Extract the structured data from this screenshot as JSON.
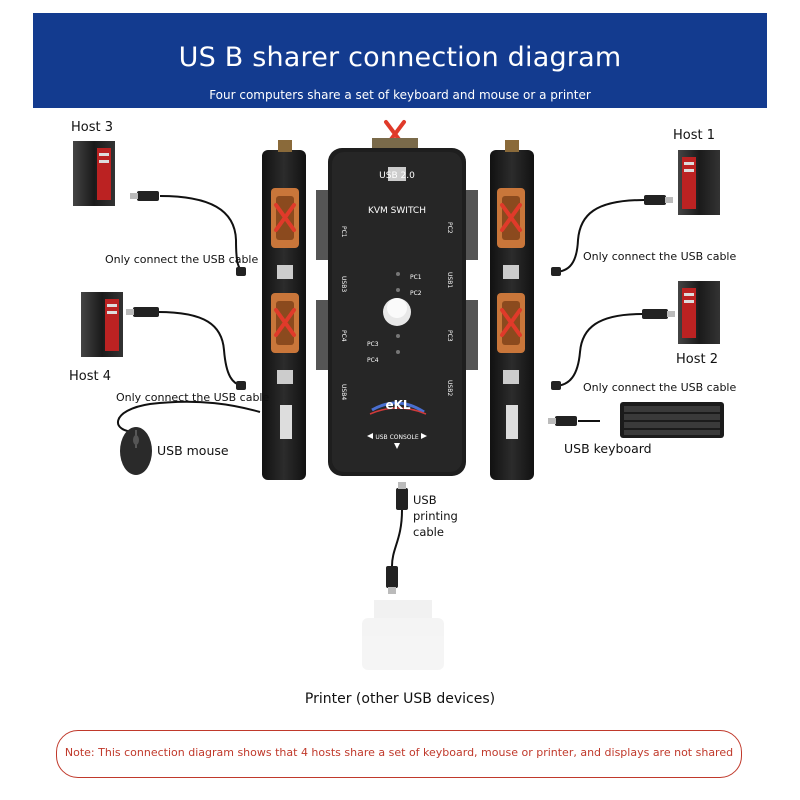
{
  "banner": {
    "title": "US B sharer connection diagram",
    "subtitle": "Four computers share a set of keyboard and mouse or a printer"
  },
  "hosts": {
    "host1": "Host 1",
    "host2": "Host 2",
    "host3": "Host 3",
    "host4": "Host 4"
  },
  "cable_labels": {
    "host3": "Only connect the USB cable",
    "host4": "Only connect the USB cable",
    "host1": "Only connect the USB cable",
    "host2": "Only connect the USB cable"
  },
  "devices": {
    "mouse": "USB mouse",
    "keyboard": "USB keyboard",
    "printing_cable": [
      "USB",
      "printing",
      "cable"
    ],
    "printer": "Printer (other USB devices)"
  },
  "switch_labels": {
    "model_line1": "USB 2.0",
    "model_line2": "KVM SWITCH",
    "pc1": "PC1",
    "pc2": "PC2",
    "pc3": "PC3",
    "pc4": "PC4",
    "port_pc1": "PC1",
    "port_pc2": "PC2",
    "port_pc3": "PC3",
    "port_pc4": "PC4",
    "usb1": "USB1",
    "usb2": "USB2",
    "usb3": "USB3",
    "usb4": "USB4",
    "brand": "eKL",
    "console": "USB CONSOLE"
  },
  "note": "Note: This connection diagram shows that 4 hosts share a set of keyboard, mouse or printer, and displays are not shared",
  "colors": {
    "banner": "#133b8f",
    "note_border": "#c0392b",
    "note_text": "#c0392b",
    "switch_body": "#1e1e1e",
    "port_orange": "#c9763a",
    "cross_red": "#e03a2a"
  },
  "icons": [
    "host-tower-icon",
    "usb-plug-icon",
    "mouse-icon",
    "keyboard-icon",
    "printer-icon",
    "red-x-icon"
  ]
}
